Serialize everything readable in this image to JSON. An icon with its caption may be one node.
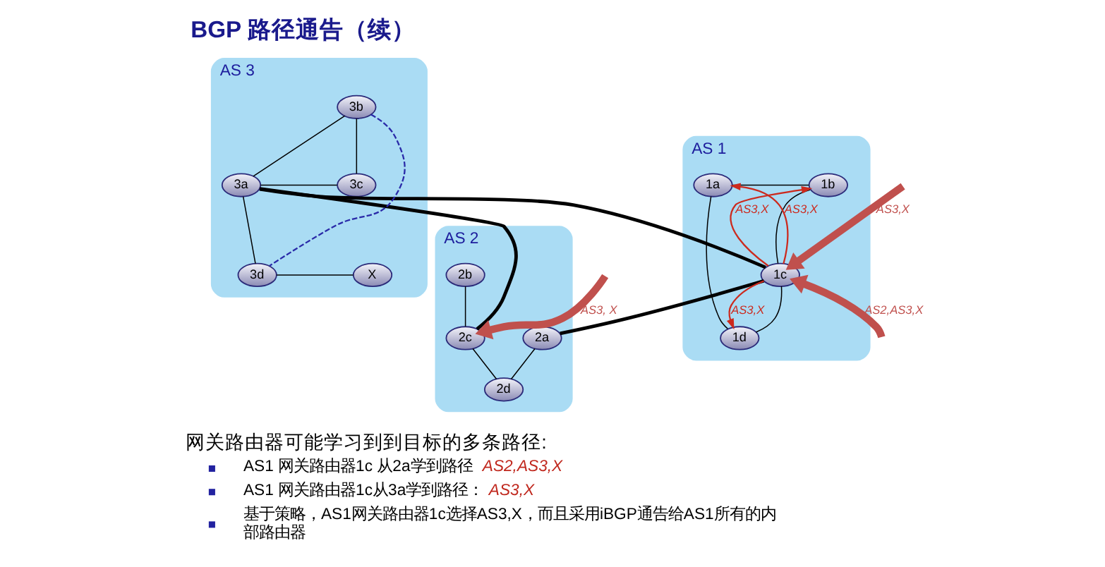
{
  "diagram": {
    "title": "BGP 路径通告（续）",
    "nodes": [
      {
        "text": [
          "AS 1"
        ]
      },
      {
        "text": [
          "1a"
        ],
        "in": 0
      },
      {
        "text": [
          "1b"
        ],
        "in": 0
      },
      {
        "text": [
          "1c"
        ],
        "in": 0
      },
      {
        "text": [
          "1d"
        ],
        "in": 0
      },
      {
        "text": [
          "AS 2"
        ]
      },
      {
        "text": [
          "2a"
        ],
        "in": 5
      },
      {
        "text": [
          "2b"
        ],
        "in": 5
      },
      {
        "text": [
          "2c"
        ],
        "in": 5
      },
      {
        "text": [
          "2d"
        ],
        "in": 5
      },
      {
        "text": [
          "AS 3"
        ]
      },
      {
        "text": [
          "3a"
        ],
        "in": 10
      },
      {
        "text": [
          "3b"
        ],
        "in": 10
      },
      {
        "text": [
          "3c"
        ],
        "in": 10
      },
      {
        "text": [
          "3d"
        ],
        "in": 10
      },
      {
        "text": [
          "X"
        ],
        "in": 10
      }
    ],
    "edges": [
      {
        "from": 1,
        "to": 2,
        "arrow": "none"
      },
      {
        "from": 1,
        "to": 4,
        "arrow": "none"
      },
      {
        "from": 2,
        "to": 3,
        "arrow": "none"
      },
      {
        "from": 3,
        "to": 4,
        "arrow": "none"
      },
      {
        "from": 3,
        "to": 1,
        "arrow": "to",
        "label": "AS3,X",
        "color": "#cc2a1e"
      },
      {
        "from": 3,
        "to": 2,
        "arrow": "to",
        "label": "AS3,X",
        "color": "#cc2a1e"
      },
      {
        "from": 3,
        "to": 4,
        "arrow": "to",
        "label": "AS3,X",
        "color": "#cc2a1e"
      },
      {
        "from": 11,
        "to": 3,
        "arrow": "none",
        "style": "thick"
      },
      {
        "from": 3,
        "to": 6,
        "arrow": "none",
        "style": "thick"
      },
      {
        "from": 7,
        "to": 8,
        "arrow": "none"
      },
      {
        "from": 6,
        "to": 9,
        "arrow": "none"
      },
      {
        "from": 8,
        "to": 9,
        "arrow": "none"
      },
      {
        "from": 11,
        "to": 8,
        "arrow": "none",
        "style": "thick"
      },
      {
        "from": 12,
        "to": 11,
        "arrow": "none"
      },
      {
        "from": 12,
        "to": 13,
        "arrow": "none"
      },
      {
        "from": 11,
        "to": 13,
        "arrow": "none"
      },
      {
        "from": 11,
        "to": 14,
        "arrow": "none"
      },
      {
        "from": 12,
        "to": 14,
        "arrow": "none",
        "style": "dashed",
        "color": "#2a2aa8"
      },
      {
        "from": 14,
        "to": 15,
        "arrow": "none"
      },
      {
        "from": null,
        "to": 3,
        "arrow": "to",
        "label": "AS3,X",
        "style": "thick",
        "color": "#c0504d"
      },
      {
        "from": null,
        "to": 3,
        "arrow": "to",
        "label": "AS2,AS3,X",
        "style": "thick",
        "color": "#c0504d"
      },
      {
        "from": null,
        "to": 8,
        "arrow": "to",
        "label": "AS3, X",
        "style": "thick",
        "color": "#c0504d"
      }
    ],
    "labels": [
      "网关路由器可能学习到到目标的多条路径:",
      "AS1 网关路由器1c 从2a学到路径 *AS2,AS3,X*",
      "AS1 网关路由器1c从3a学到路径：*AS3,X*",
      "基于策略，AS1网关路由器1c选择AS3,X，而且采用iBGP通告给AS1所有的内部路由器"
    ]
  }
}
